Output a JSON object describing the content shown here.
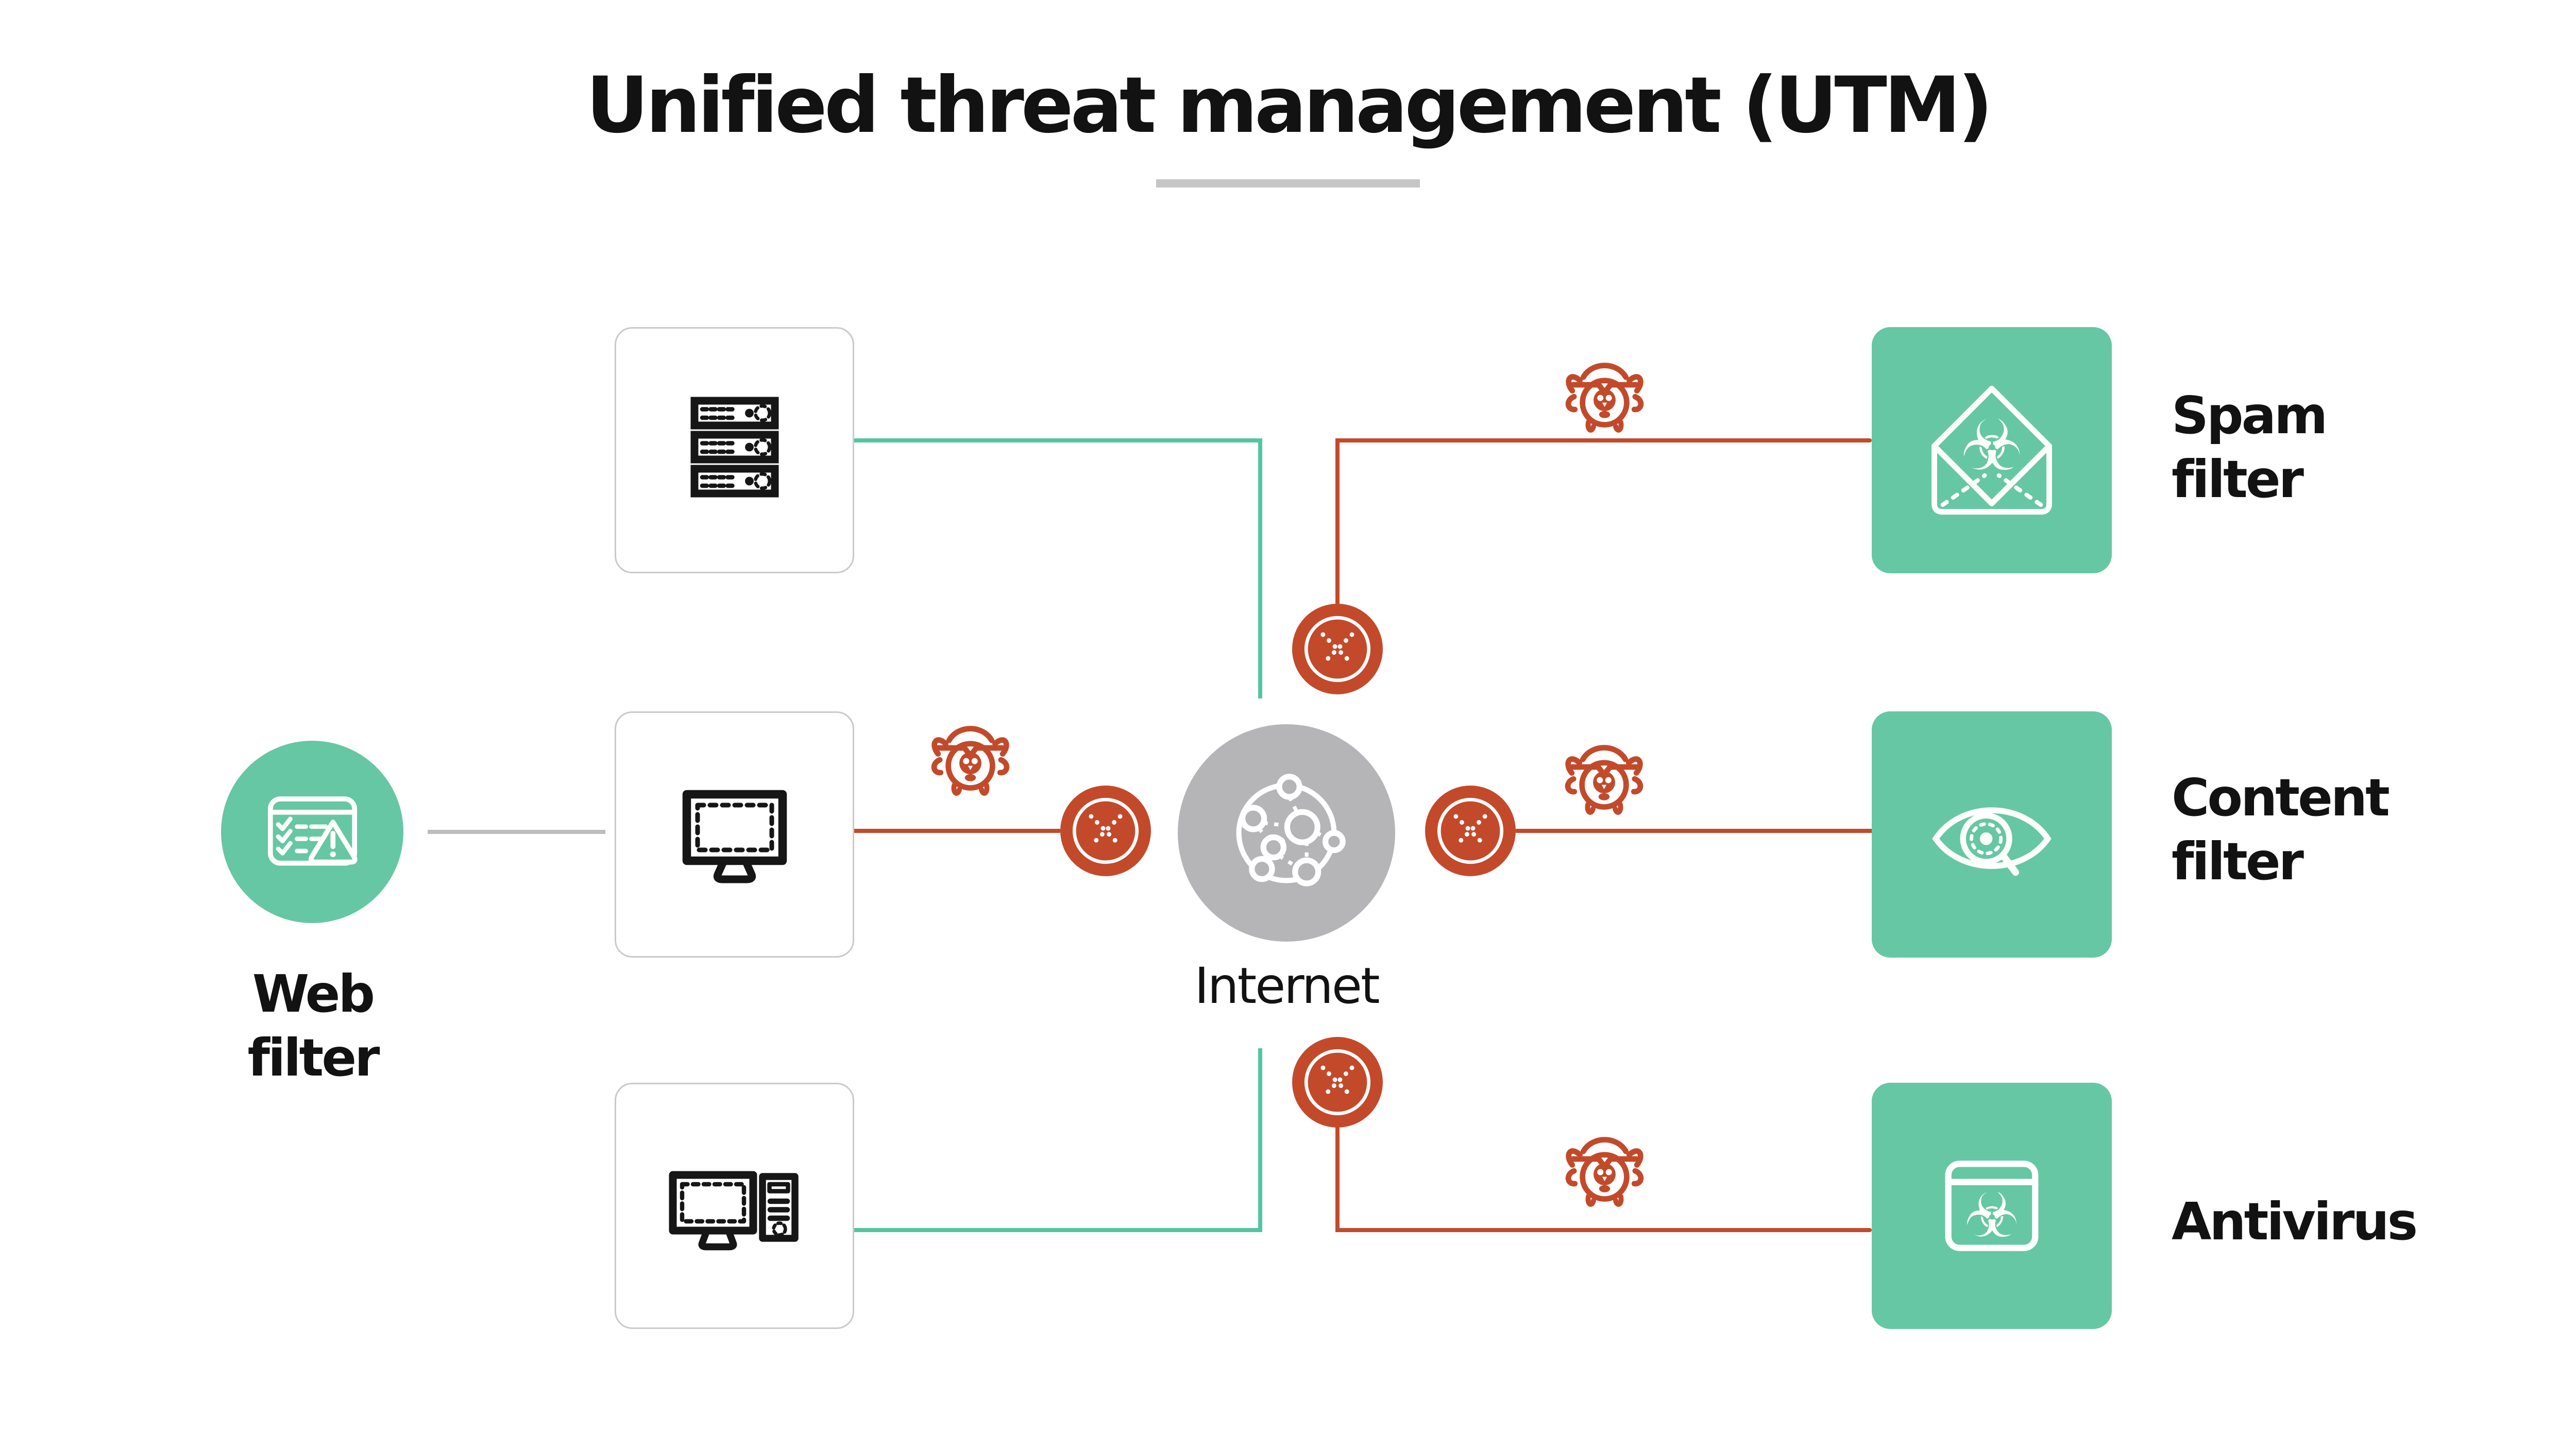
{
  "title": {
    "text": "Unified threat management (UTM)"
  },
  "colors": {
    "green": "#66C7A4",
    "green_line": "#53C6A0",
    "red": "#C24A2B",
    "gray_circle": "#B5B4B6",
    "gray_line": "#BDBDBD",
    "box_border": "#CACACA",
    "underline": "#C6C6C6",
    "text": "#121212"
  },
  "nodes": {
    "web_filter": {
      "label": [
        "Web",
        "filter"
      ],
      "icon": "browser-checklist-warning-icon"
    },
    "internet": {
      "label": "Internet",
      "icon": "network-globe-icon"
    },
    "lan_devices": [
      {
        "icon": "server-rack-icon"
      },
      {
        "icon": "monitor-icon"
      },
      {
        "icon": "desktop-workstation-icon"
      }
    ],
    "spam_filter": {
      "label": [
        "Spam",
        "filter"
      ],
      "icon": "envelope-biohazard-icon"
    },
    "content_filter": {
      "label": [
        "Content",
        "filter"
      ],
      "icon": "eye-magnifier-icon"
    },
    "antivirus": {
      "label": [
        "Antivirus"
      ],
      "icon": "browser-biohazard-icon"
    }
  },
  "icons": {
    "blocked_badge": "blocked-x-icon",
    "threat": "malware-bug-skull-icon",
    "biohazard_glyph": "☣"
  }
}
